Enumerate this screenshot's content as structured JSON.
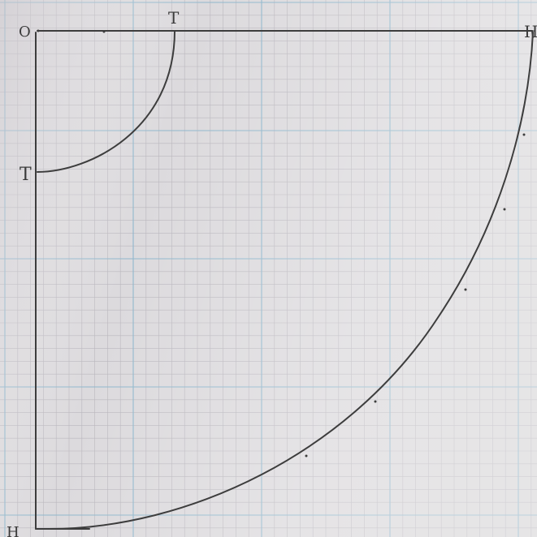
{
  "labels": {
    "origin": "O",
    "top_end": "T",
    "left_end": "T",
    "right_end": "H",
    "bottom_end": "H"
  },
  "colors": {
    "paper": "#dcdadd",
    "grid_fine": "#b9b6bd",
    "grid_major": "#8fb7cc",
    "pencil": "#3d3d3d"
  }
}
